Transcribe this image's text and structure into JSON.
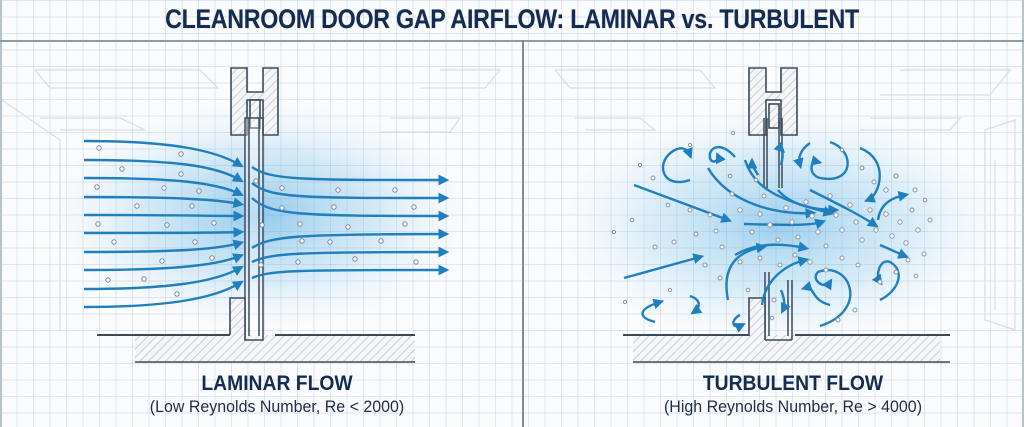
{
  "title": "CLEANROOM DOOR GAP AIRFLOW: LAMINAR vs. TURBULENT",
  "colors": {
    "title": "#142b52",
    "flow_arrow": "#1f7fbf",
    "flow_glow": "#4aa8e0",
    "structure_stroke": "#3d4a5c",
    "hatch": "#b7c0ca",
    "grid": "#c9d5e0",
    "particle": "#7c8896"
  },
  "panels": [
    {
      "id": "laminar",
      "heading": "LAMINAR FLOW",
      "subheading": "(Low Reynolds Number, Re < 2000)",
      "inflow_arrows": 10,
      "outflow_arrows": 6,
      "description_icons": [
        "door-frame",
        "door-leaf",
        "floor",
        "streamline-arrows",
        "particles"
      ]
    },
    {
      "id": "turbulent",
      "heading": "TURBULENT FLOW",
      "subheading": "(High Reynolds Number, Re > 4000)",
      "inflow_arrows": 2,
      "description_icons": [
        "door-frame",
        "door-leaf",
        "floor",
        "vortex-arrows",
        "particles"
      ]
    }
  ]
}
